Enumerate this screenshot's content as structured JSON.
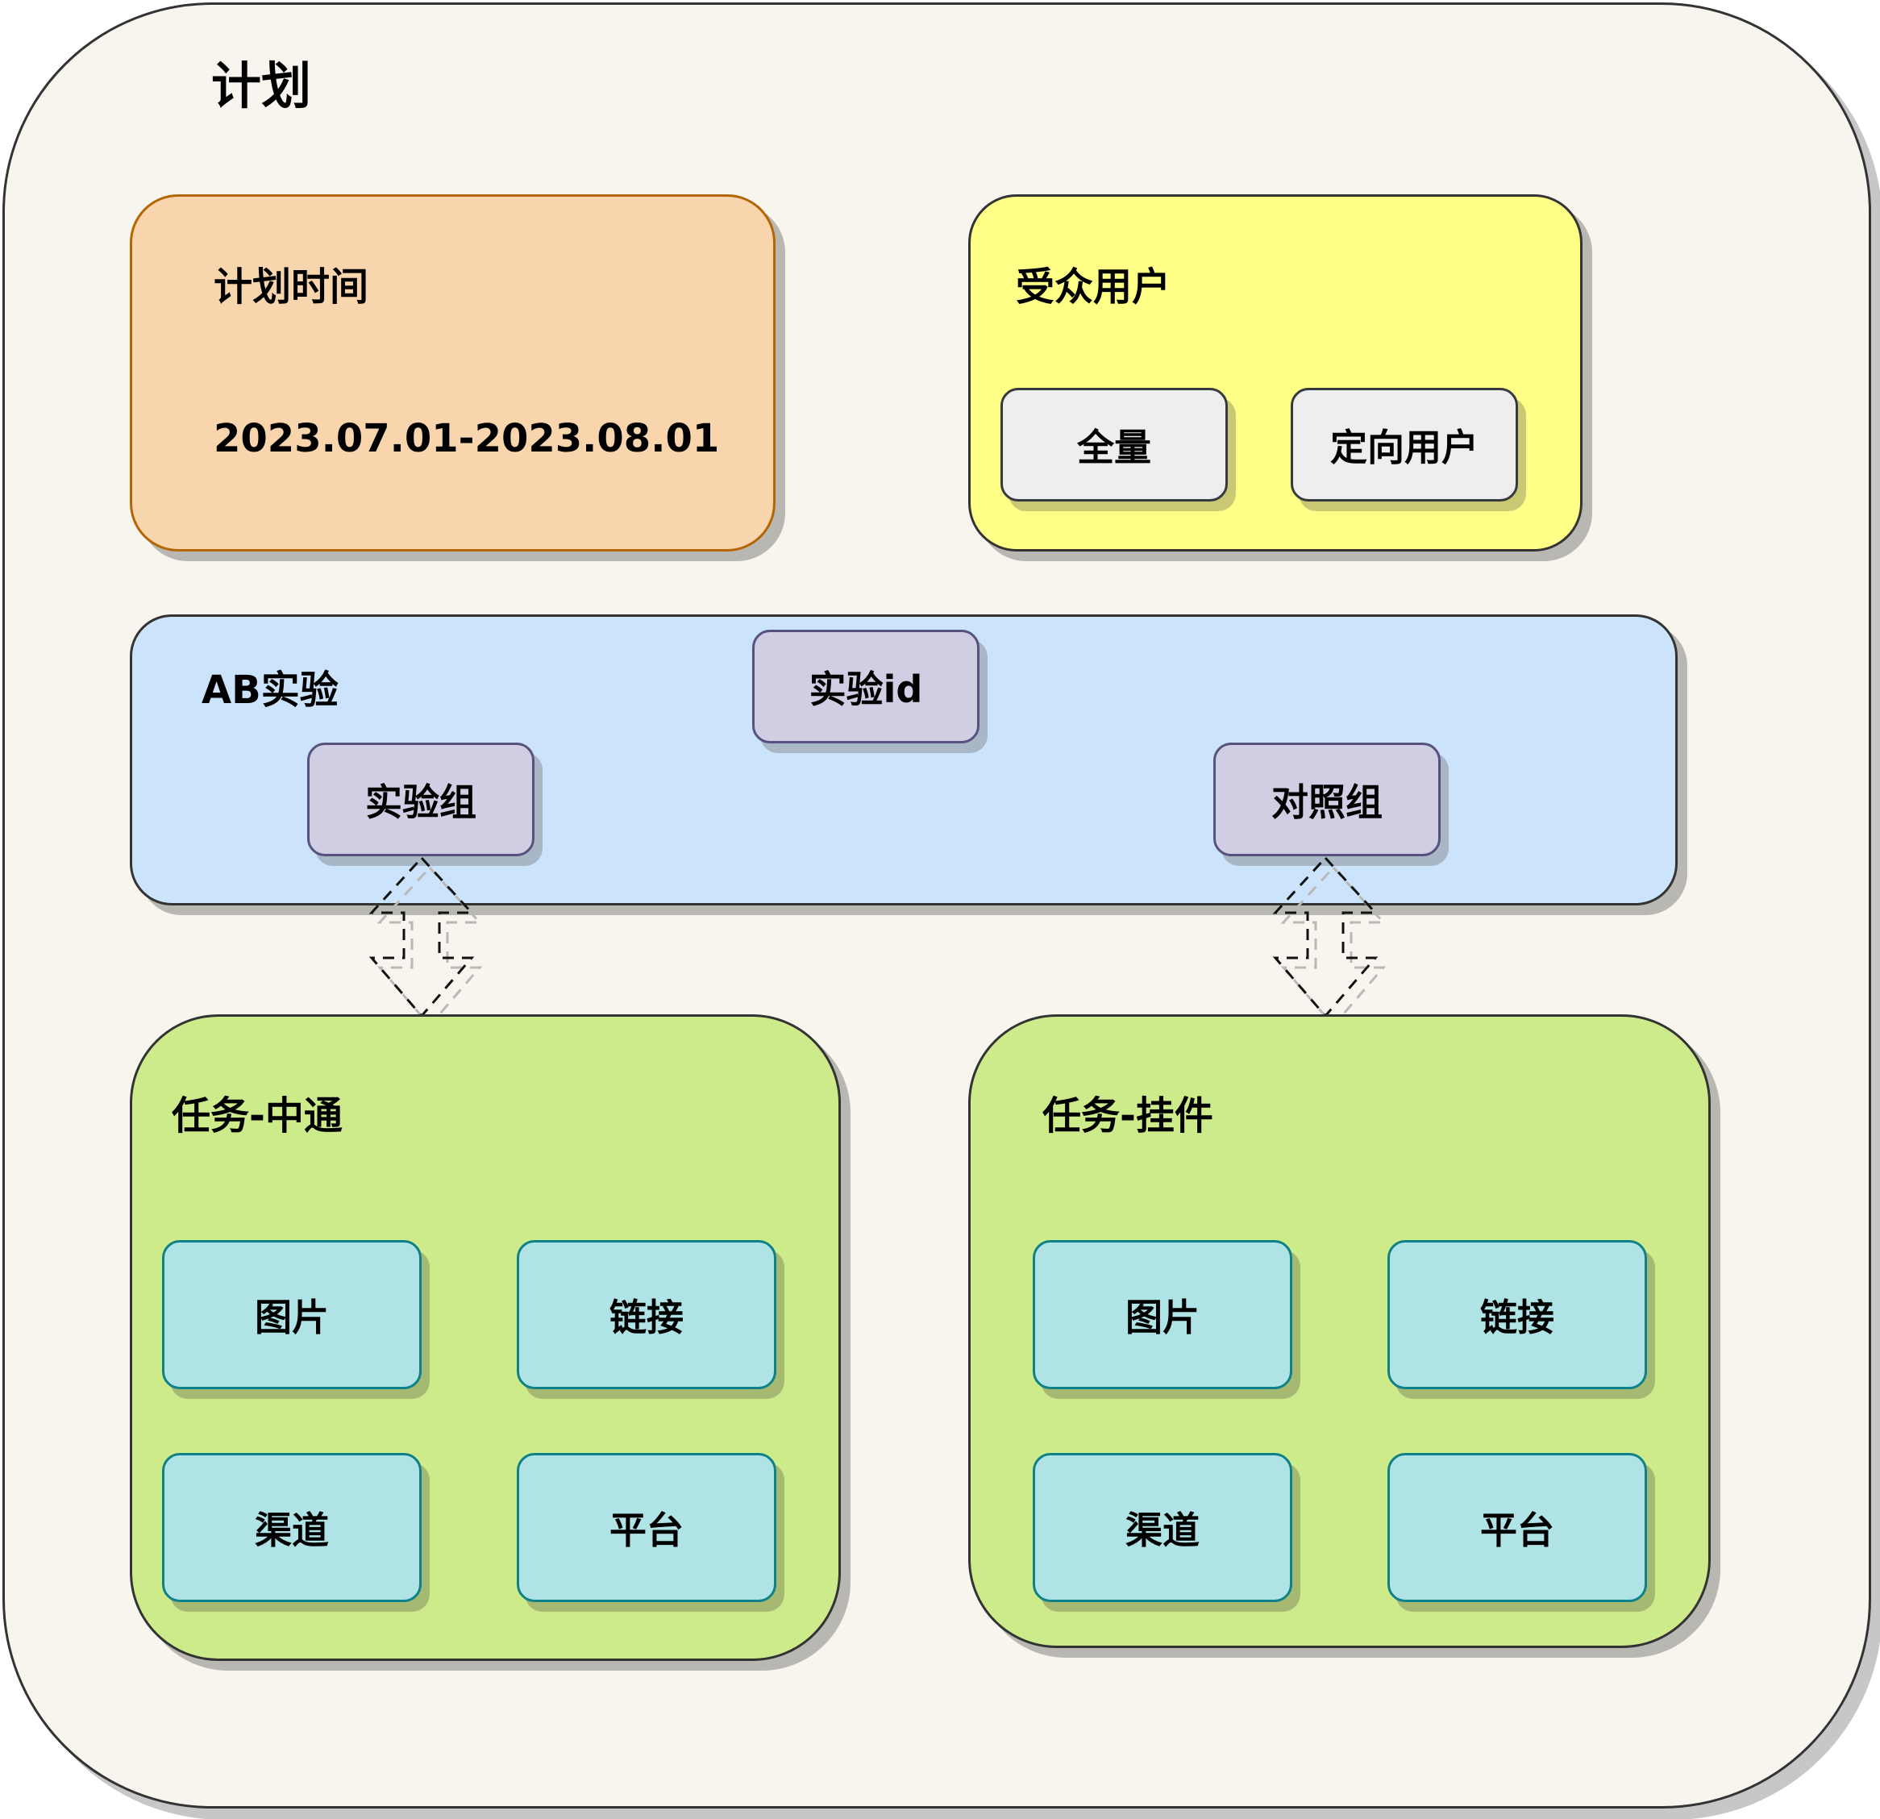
{
  "plan": {
    "title": "计划"
  },
  "plan_time": {
    "title": "计划时间",
    "range": "2023.07.01-2023.08.01"
  },
  "audience": {
    "title": "受众用户",
    "options": [
      "全量",
      "定向用户"
    ]
  },
  "ab_test": {
    "title": "AB实验",
    "id_label": "实验id",
    "experiment_group": "实验组",
    "control_group": "对照组"
  },
  "tasks": [
    {
      "title": "任务-中通",
      "items": [
        "图片",
        "链接",
        "渠道",
        "平台"
      ]
    },
    {
      "title": "任务-挂件",
      "items": [
        "图片",
        "链接",
        "渠道",
        "平台"
      ]
    }
  ],
  "colors": {
    "plan_bg": "#f7f5ee",
    "time_bg": "#f8d5ad",
    "audience_bg": "#ffff88",
    "ab_bg": "#cce4fb",
    "group_bg": "#d0cee2",
    "task_bg": "#cdeb8b",
    "item_bg": "#b0e3e6"
  }
}
